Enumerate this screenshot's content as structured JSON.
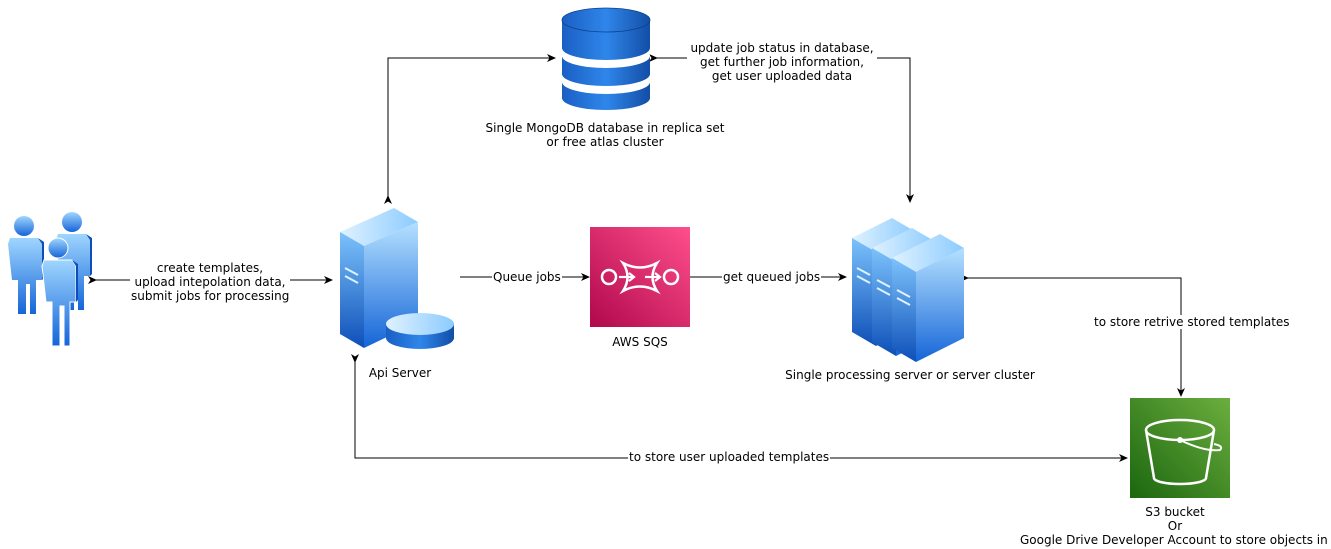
{
  "nodes": {
    "users": {
      "icon": "users-icon"
    },
    "api_server": {
      "label": "Api Server",
      "icon": "server-database-icon"
    },
    "database": {
      "label_lines": [
        "Single MongoDB database in replica set",
        "or free atlas cluster"
      ],
      "icon": "database-icon"
    },
    "sqs": {
      "label": "AWS SQS",
      "icon": "sqs-icon",
      "color": "#E7157B"
    },
    "processing": {
      "label": "Single processing server or server cluster",
      "icon": "server-cluster-icon"
    },
    "s3": {
      "label_lines": [
        "S3 bucket",
        "Or",
        "Google Drive Developer Account to store objects in Drive"
      ],
      "icon": "s3-bucket-icon",
      "color": "#3F8624"
    }
  },
  "edges": {
    "users_api": {
      "label_lines": [
        "create templates,",
        "upload intepolation data,",
        "submit jobs for processing"
      ]
    },
    "api_sqs": {
      "label": "Queue jobs"
    },
    "sqs_processing": {
      "label": "get queued jobs"
    },
    "db_processing": {
      "label_lines": [
        "update job status in database,",
        "get further job information,",
        "get user uploaded data"
      ]
    },
    "processing_s3": {
      "label": "to store retrive stored templates"
    },
    "api_s3": {
      "label": "to store user uploaded templates"
    }
  },
  "colors": {
    "server_blue_light": "#9fd6ff",
    "server_blue_dark": "#1b6fe0",
    "edge": "#000000"
  }
}
